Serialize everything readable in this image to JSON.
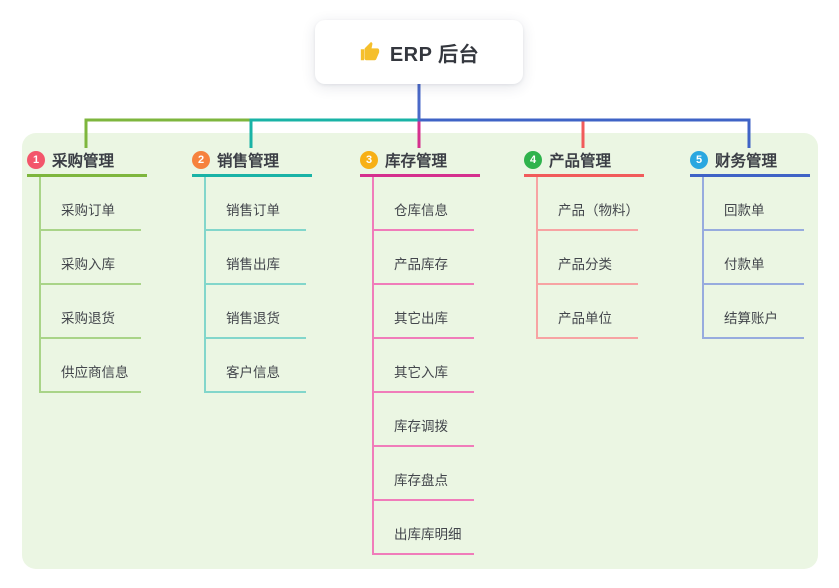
{
  "root": {
    "label": "ERP 后台",
    "icon": "thumbs-up-icon"
  },
  "colors": {
    "canvas_bg": "#ebf6e3",
    "node_bg": "#ffffff",
    "root_connector": "#4a69c8",
    "thumb_icon": "#f5bf2b",
    "title_text": "#3b3e45",
    "child_text": "#43464c"
  },
  "branches": [
    {
      "num": "1",
      "title": "采购管理",
      "badge_color": "#f3566b",
      "accent": "#7eb63d",
      "light": "#a9d488",
      "children": [
        "采购订单",
        "采购入库",
        "采购退货",
        "供应商信息"
      ]
    },
    {
      "num": "2",
      "title": "销售管理",
      "badge_color": "#f6823d",
      "accent": "#19b3a6",
      "light": "#82d6cb",
      "children": [
        "销售订单",
        "销售出库",
        "销售退货",
        "客户信息"
      ]
    },
    {
      "num": "3",
      "title": "库存管理",
      "badge_color": "#f7b015",
      "accent": "#d5308e",
      "light": "#f07cba",
      "children": [
        "仓库信息",
        "产品库存",
        "其它出库",
        "其它入库",
        "库存调拨",
        "库存盘点",
        "出库库明细"
      ]
    },
    {
      "num": "4",
      "title": "产品管理",
      "badge_color": "#2fb34c",
      "accent": "#f15b5b",
      "light": "#f7a3a3",
      "children": [
        "产品（物料）",
        "产品分类",
        "产品单位"
      ]
    },
    {
      "num": "5",
      "title": "财务管理",
      "badge_color": "#2aa7e0",
      "accent": "#3f63c6",
      "light": "#97abde",
      "children": [
        "回款单",
        "付款单",
        "结算账户"
      ]
    }
  ]
}
